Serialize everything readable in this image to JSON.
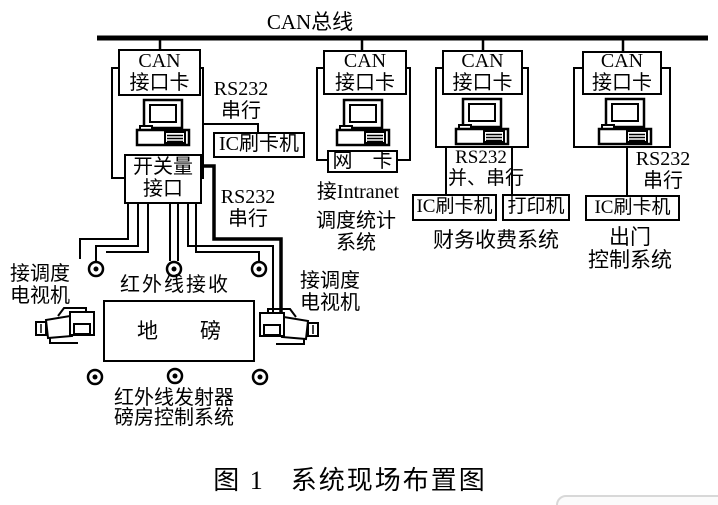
{
  "bus": {
    "label": "CAN总线"
  },
  "branch1": {
    "can_card_line1": "CAN",
    "can_card_line2": "接口卡",
    "rs232_top_line1": "RS232",
    "rs232_top_line2": "串行",
    "ic_reader": "IC刷卡机",
    "io_line1": "开关量",
    "io_line2": "接口",
    "rs232_bottom_line1": "RS232",
    "rs232_bottom_line2": "串行"
  },
  "branch2": {
    "can_card_line1": "CAN",
    "can_card_line2": "接口卡",
    "net_card": "网　卡",
    "intranet": "接Intranet",
    "system_line1": "调度统计",
    "system_line2": "系统"
  },
  "branch3": {
    "can_card_line1": "CAN",
    "can_card_line2": "接口卡",
    "rs232_line1": "RS232",
    "rs232_line2": "并、串行",
    "ic_reader": "IC刷卡机",
    "printer": "打印机",
    "system": "财务收费系统"
  },
  "branch4": {
    "can_card_line1": "CAN",
    "can_card_line2": "接口卡",
    "rs232_line1": "RS232",
    "rs232_line2": "串行",
    "ic_reader": "IC刷卡机",
    "system_line1": "出门",
    "system_line2": "控制系统"
  },
  "site": {
    "tv_left_line1": "接调度",
    "tv_left_line2": "电视机",
    "tv_right_line1": "接调度",
    "tv_right_line2": "电视机",
    "ir_receive": "红外线接收",
    "weighbridge": "地　　磅",
    "ir_transmit": "红外线发射器",
    "pound_control": "磅房控制系统"
  },
  "caption": {
    "number": "图 1",
    "title": "系统现场布置图"
  }
}
